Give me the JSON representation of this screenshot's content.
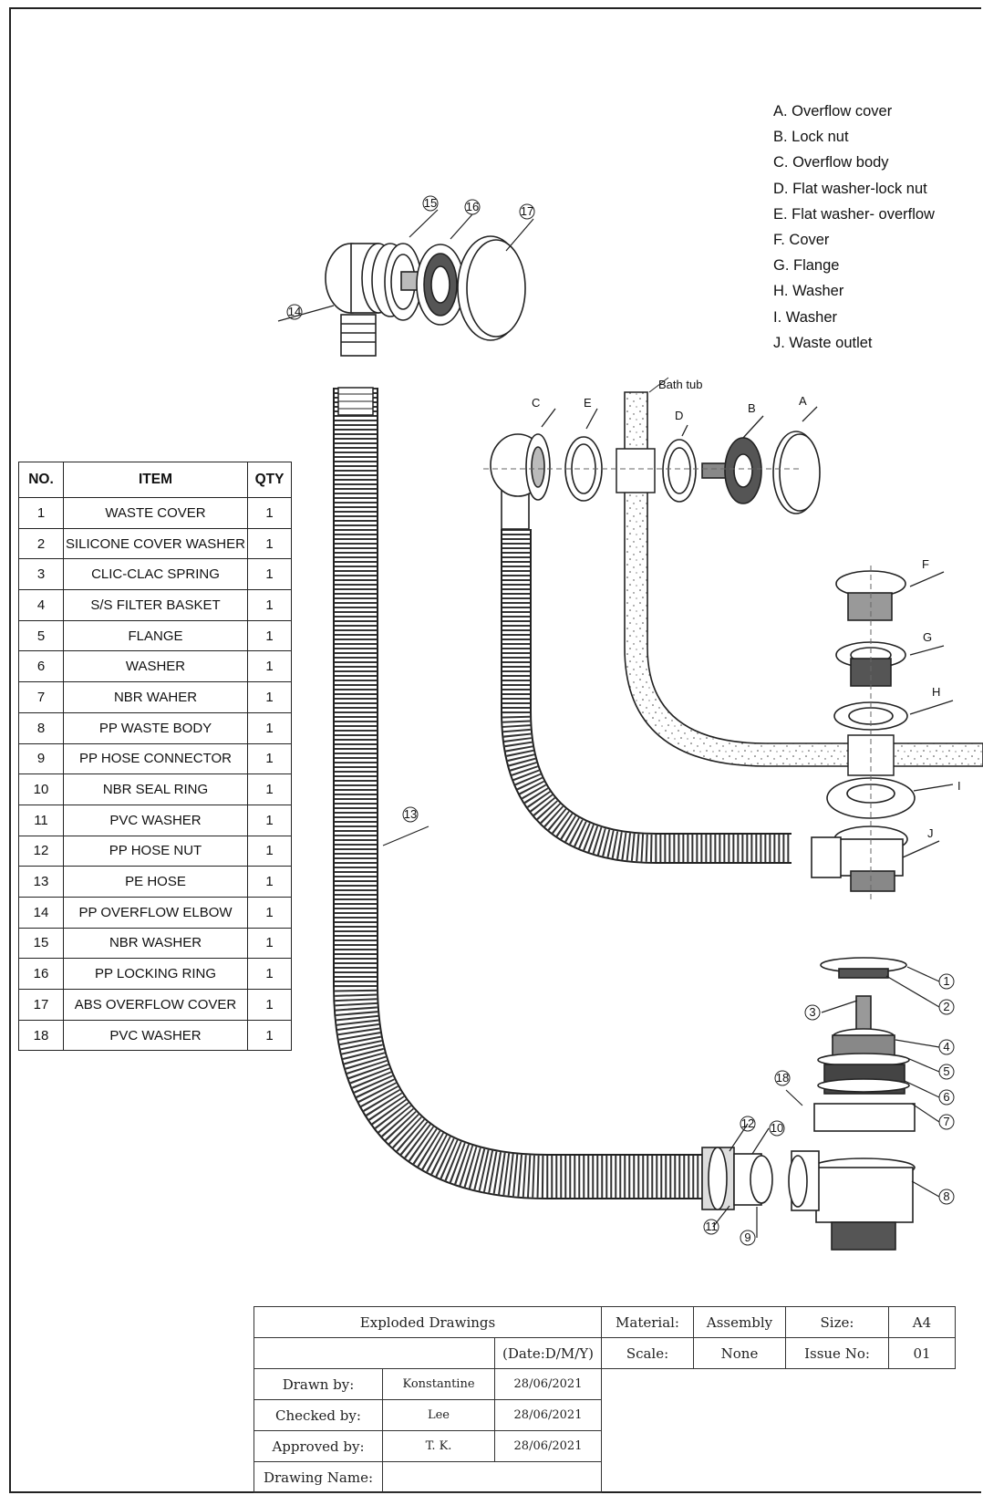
{
  "legend": [
    "A. Overflow cover",
    "B. Lock nut",
    "C. Overflow body",
    "D. Flat washer-lock nut",
    "E. Flat washer- overflow",
    "F. Cover",
    "G. Flange",
    "H. Washer",
    "I.  Washer",
    "J.  Waste outlet"
  ],
  "parts_table": {
    "headers": [
      "NO.",
      "ITEM",
      "QTY"
    ],
    "rows": [
      [
        "1",
        "WASTE COVER",
        "1"
      ],
      [
        "2",
        "SILICONE COVER WASHER",
        "1"
      ],
      [
        "3",
        "CLIC-CLAC SPRING",
        "1"
      ],
      [
        "4",
        "S/S FILTER BASKET",
        "1"
      ],
      [
        "5",
        "FLANGE",
        "1"
      ],
      [
        "6",
        "WASHER",
        "1"
      ],
      [
        "7",
        "NBR WAHER",
        "1"
      ],
      [
        "8",
        "PP WASTE BODY",
        "1"
      ],
      [
        "9",
        "PP HOSE CONNECTOR",
        "1"
      ],
      [
        "10",
        "NBR SEAL RING",
        "1"
      ],
      [
        "11",
        "PVC WASHER",
        "1"
      ],
      [
        "12",
        "PP HOSE NUT",
        "1"
      ],
      [
        "13",
        "PE HOSE",
        "1"
      ],
      [
        "14",
        "PP OVERFLOW ELBOW",
        "1"
      ],
      [
        "15",
        "NBR WASHER",
        "1"
      ],
      [
        "16",
        "PP LOCKING RING",
        "1"
      ],
      [
        "17",
        "ABS OVERFLOW COVER",
        "1"
      ],
      [
        "18",
        "PVC WASHER",
        "1"
      ]
    ]
  },
  "drawing": {
    "bath_tub_label": "Bath tub",
    "letter_callouts": [
      "A",
      "B",
      "C",
      "D",
      "E",
      "F",
      "G",
      "H",
      "I",
      "J"
    ],
    "number_callouts": [
      "1",
      "2",
      "3",
      "4",
      "5",
      "6",
      "7",
      "8",
      "9",
      "10",
      "11",
      "12",
      "13",
      "14",
      "15",
      "16",
      "17",
      "18"
    ]
  },
  "title_block": {
    "title": "Exploded Drawings",
    "material_label": "Material:",
    "material_value": "Assembly",
    "size_label": "Size:",
    "size_value": "A4",
    "date_format": "(Date:D/M/Y)",
    "scale_label": "Scale:",
    "scale_value": "None",
    "issue_label": "Issue No:",
    "issue_value": "01",
    "drawn_label": "Drawn by:",
    "drawn_name": "Konstantine",
    "drawn_date": "28/06/2021",
    "checked_label": "Checked by:",
    "checked_name": "Lee",
    "checked_date": "28/06/2021",
    "approved_label": "Approved by:",
    "approved_name": "T.  K.",
    "approved_date": "28/06/2021",
    "drawing_name_label": "Drawing Name:"
  }
}
